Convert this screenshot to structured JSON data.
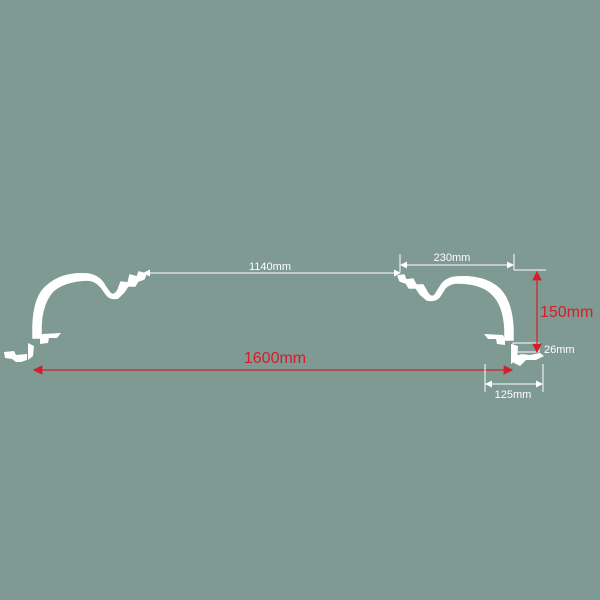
{
  "dimensions": {
    "inner_span": "1140mm",
    "arch_width": "230mm",
    "height": "150mm",
    "rail_height": "26mm",
    "total_span": "1600mm",
    "foot_width": "125mm"
  },
  "colors": {
    "background": "#7f9993",
    "profile": "#ffffff",
    "dimension_white": "#ffffff",
    "dimension_red": "#d0202a"
  }
}
